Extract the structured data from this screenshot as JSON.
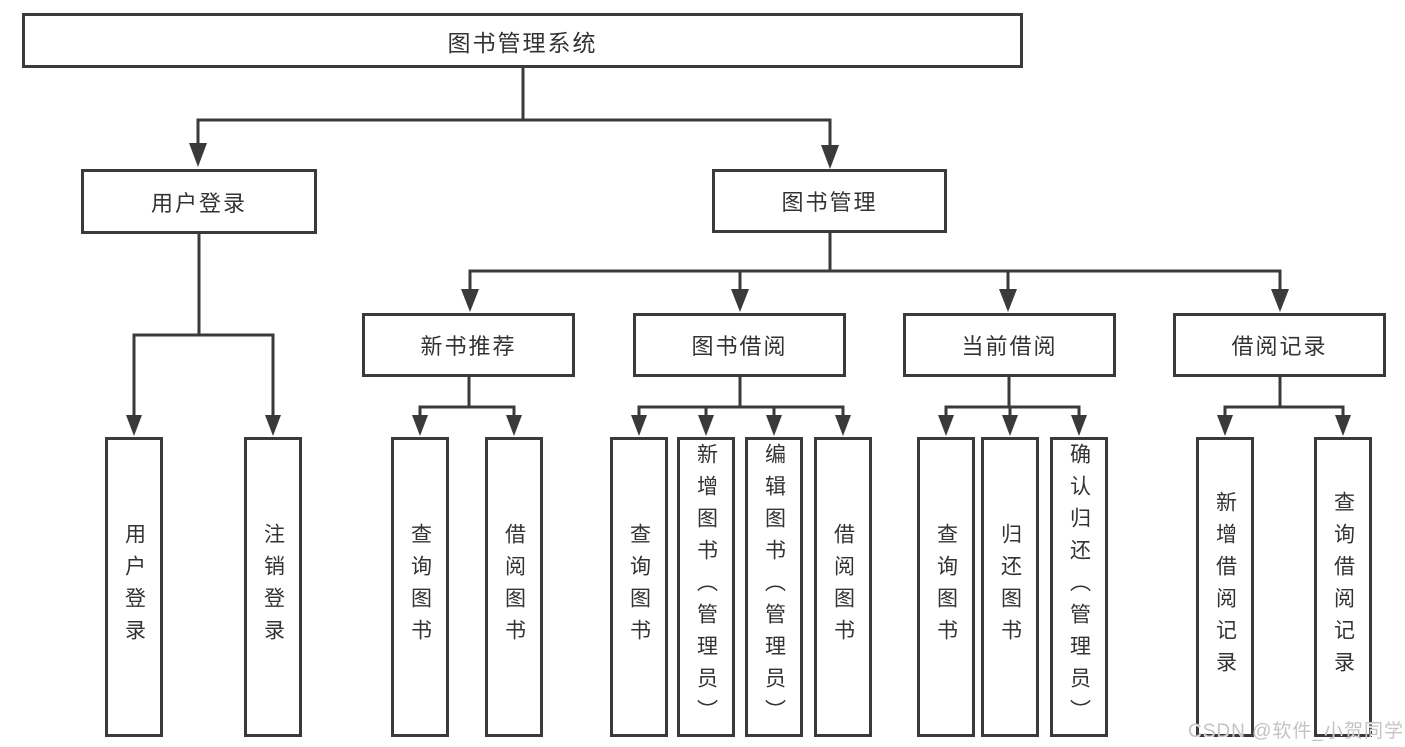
{
  "tree": {
    "label": "图书管理系统",
    "children": [
      {
        "label": "用户登录",
        "children": [
          {
            "label": "用户登录"
          },
          {
            "label": "注销登录"
          }
        ]
      },
      {
        "label": "图书管理",
        "children": [
          {
            "label": "新书推荐",
            "children": [
              {
                "label": "查询图书"
              },
              {
                "label": "借阅图书"
              }
            ]
          },
          {
            "label": "图书借阅",
            "children": [
              {
                "label": "查询图书"
              },
              {
                "label": "新增图书（管理员）"
              },
              {
                "label": "编辑图书（管理员）"
              },
              {
                "label": "借阅图书"
              }
            ]
          },
          {
            "label": "当前借阅",
            "children": [
              {
                "label": "查询图书"
              },
              {
                "label": "归还图书"
              },
              {
                "label": "确认归还（管理员）"
              }
            ]
          },
          {
            "label": "借阅记录",
            "children": [
              {
                "label": "新增借阅记录"
              },
              {
                "label": "查询借阅记录"
              }
            ]
          }
        ]
      }
    ]
  },
  "watermark": {
    "text": "CSDN @软件_小贺同学"
  },
  "colors": {
    "line": "#3a3a3a",
    "text": "#333333",
    "watermark": "#c4c4c4",
    "background": "#ffffff"
  }
}
